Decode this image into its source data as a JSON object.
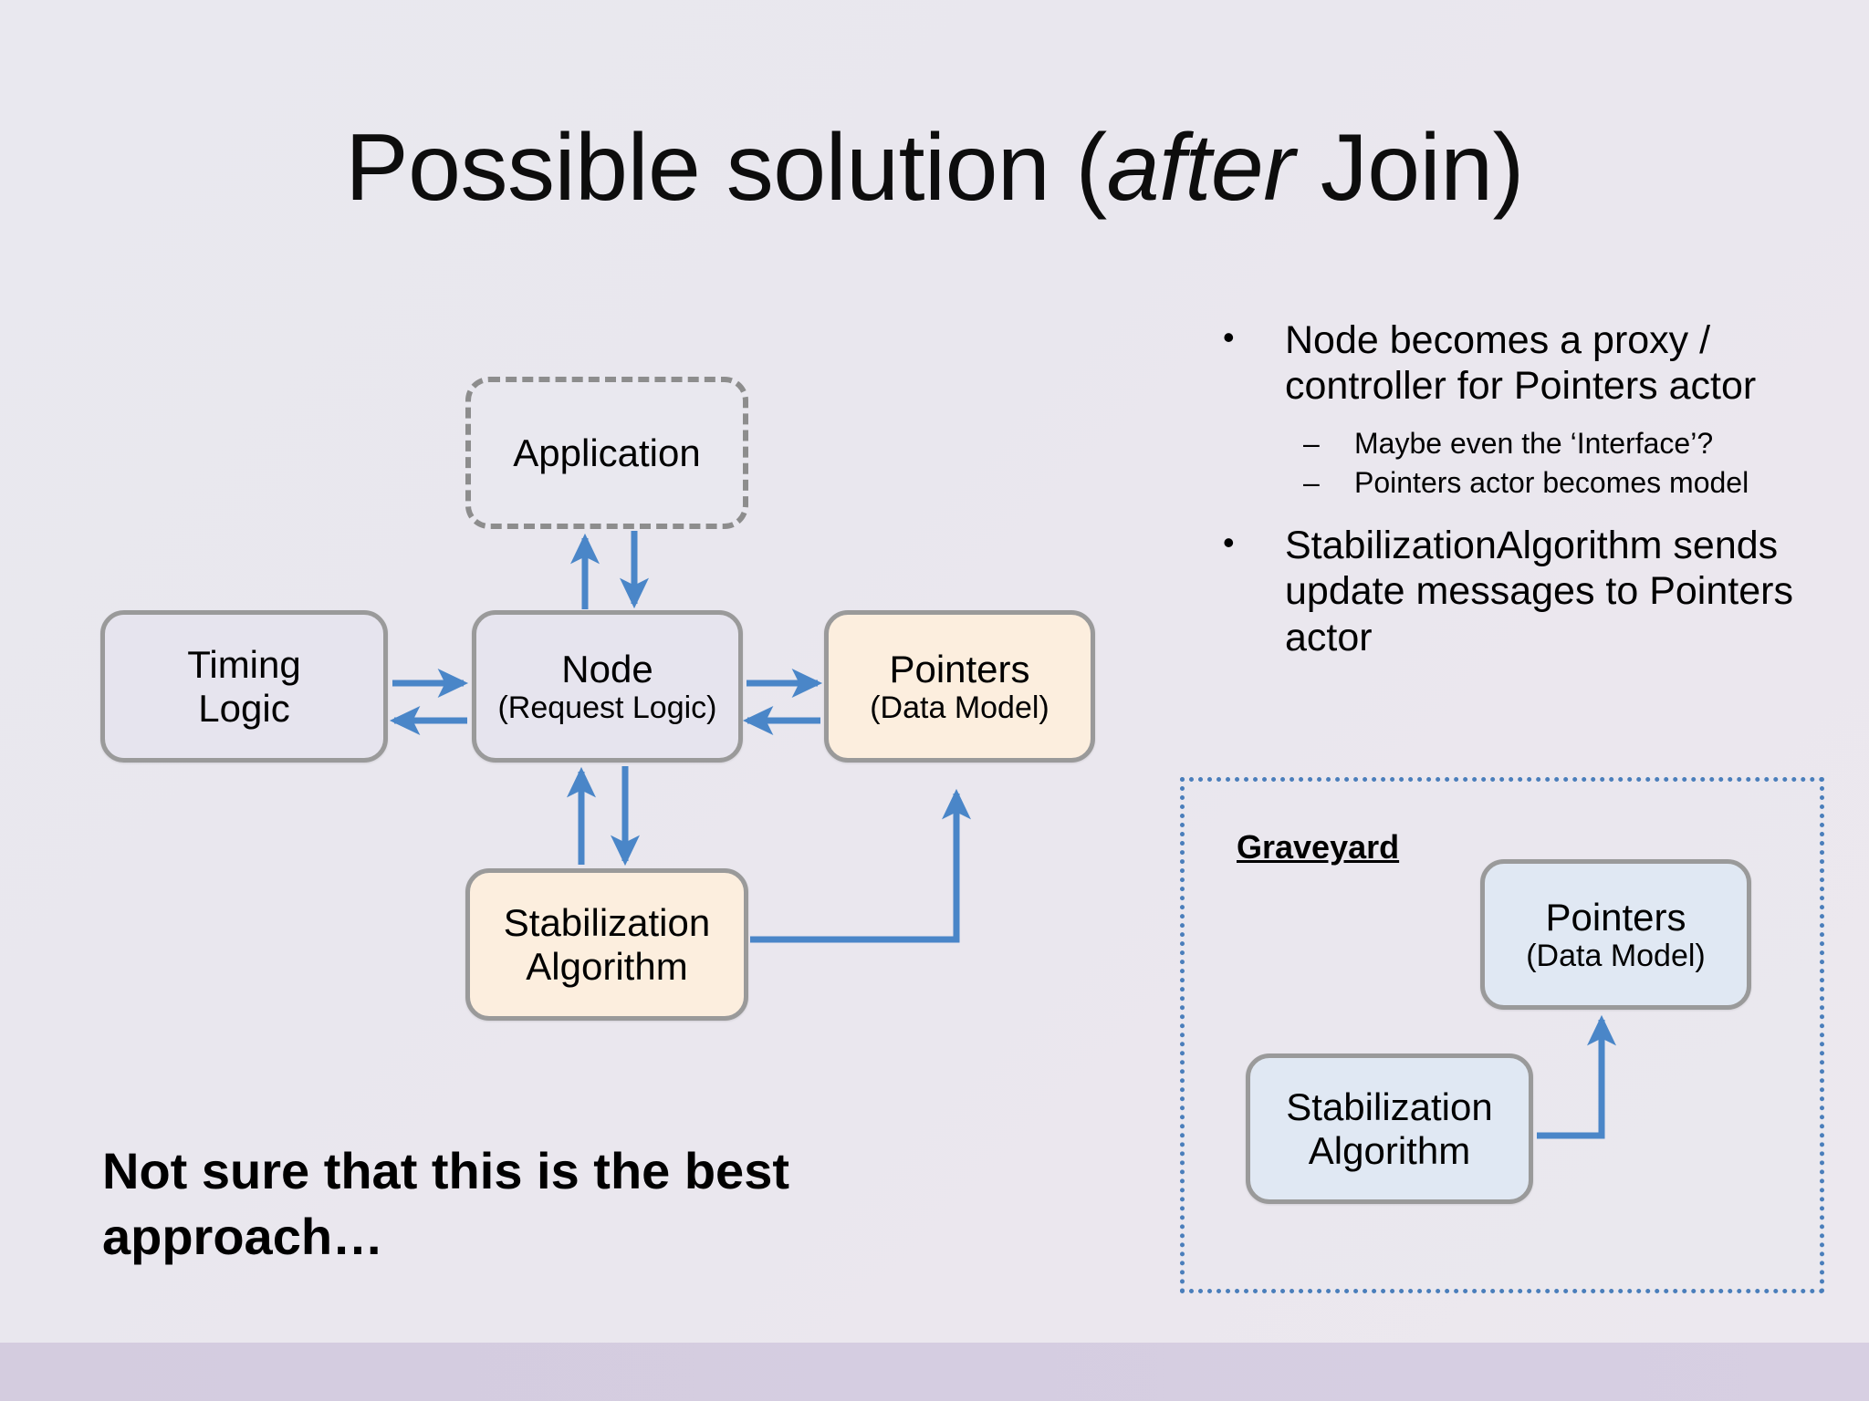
{
  "slide": {
    "title_before": "Possible solution (",
    "title_italic": "after",
    "title_after": " Join)"
  },
  "diagram": {
    "boxes": [
      {
        "id": "application",
        "main": "Application",
        "sub": "",
        "style": "dashed-gray"
      },
      {
        "id": "timing",
        "main": "Timing",
        "sub": "Logic",
        "style": "solid-gray fill-lav"
      },
      {
        "id": "node",
        "main": "Node",
        "sub": "(Request Logic)",
        "style": "solid-gray fill-lav"
      },
      {
        "id": "pointers",
        "main": "Pointers",
        "sub": "(Data Model)",
        "style": "solid-gray fill-peach"
      },
      {
        "id": "stabilization",
        "main": "Stabilization",
        "sub": "Algorithm",
        "style": "solid-gray fill-peach"
      }
    ],
    "arrow_color": "#4a86c8"
  },
  "graveyard": {
    "label": "Graveyard",
    "border_color": "#4a7ebb",
    "boxes": [
      {
        "id": "gy-pointers",
        "main": "Pointers",
        "sub": "(Data Model)",
        "style": "solid-gray fill-blue"
      },
      {
        "id": "gy-stab",
        "main": "Stabilization",
        "sub": "Algorithm",
        "style": "solid-gray fill-blue"
      }
    ]
  },
  "bullets": [
    {
      "level": 1,
      "text": "Node becomes a proxy / controller for Pointers actor",
      "marker": "•",
      "children": [
        {
          "level": 2,
          "marker": "–",
          "text": "Maybe even the ‘Interface’?"
        },
        {
          "level": 2,
          "marker": "–",
          "text": "Pointers actor becomes model"
        }
      ]
    },
    {
      "level": 1,
      "marker": "•",
      "text": "StabilizationAlgorithm sends update messages to Pointers actor",
      "children": []
    }
  ],
  "note": {
    "text": "Not sure that this is the best approach…"
  },
  "colors": {
    "background": "#e9e8ef",
    "bottom_band": "#d4ccdf",
    "box_border_gray": "#9a9a9a",
    "fill_lavender": "#e6e4ee",
    "fill_peach": "#fceede",
    "fill_blue": "#e0e8f3",
    "arrow_blue": "#4a86c8",
    "graveyard_border": "#4a7ebb"
  }
}
